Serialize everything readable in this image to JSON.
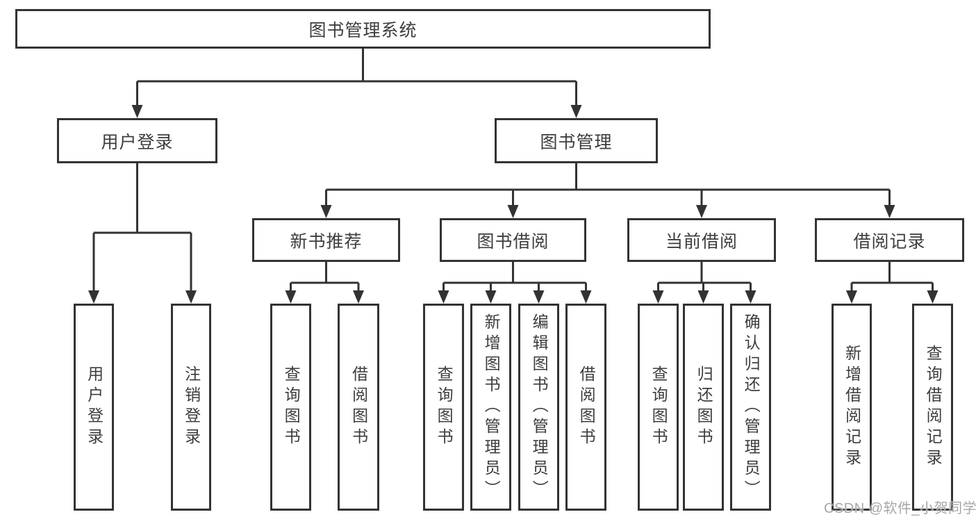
{
  "page": {
    "background": "#ffffff"
  },
  "diagram": {
    "colors": {
      "line": "#333333",
      "box_border": "#333333",
      "box_fill": "#ffffff",
      "text": "#3d3d3d",
      "watermark": "#a6a6ab"
    },
    "nodes": [
      {
        "id": "root",
        "parent": null,
        "orientation": "horizontal",
        "label": "图书管理系统"
      },
      {
        "id": "user-login",
        "parent": "root",
        "orientation": "horizontal",
        "label": "用户登录"
      },
      {
        "id": "book-mgmt",
        "parent": "root",
        "orientation": "horizontal",
        "label": "图书管理"
      },
      {
        "id": "new-book-rec",
        "parent": "book-mgmt",
        "orientation": "horizontal",
        "label": "新书推荐"
      },
      {
        "id": "book-borrow",
        "parent": "book-mgmt",
        "orientation": "horizontal",
        "label": "图书借阅"
      },
      {
        "id": "current-borrow",
        "parent": "book-mgmt",
        "orientation": "horizontal",
        "label": "当前借阅"
      },
      {
        "id": "borrow-records",
        "parent": "book-mgmt",
        "orientation": "horizontal",
        "label": "借阅记录"
      },
      {
        "id": "leaf-user-login",
        "parent": "user-login",
        "orientation": "vertical",
        "label": "用户登录"
      },
      {
        "id": "leaf-logout",
        "parent": "user-login",
        "orientation": "vertical",
        "label": "注销登录"
      },
      {
        "id": "leaf-query-book-1",
        "parent": "new-book-rec",
        "orientation": "vertical",
        "label": "查询图书"
      },
      {
        "id": "leaf-borrow-book-1",
        "parent": "new-book-rec",
        "orientation": "vertical",
        "label": "借阅图书"
      },
      {
        "id": "leaf-query-book-2",
        "parent": "book-borrow",
        "orientation": "vertical",
        "label": "查询图书"
      },
      {
        "id": "leaf-add-book",
        "parent": "book-borrow",
        "orientation": "vertical",
        "label": "新增图书（管理员）"
      },
      {
        "id": "leaf-edit-book",
        "parent": "book-borrow",
        "orientation": "vertical",
        "label": "编辑图书（管理员）"
      },
      {
        "id": "leaf-borrow-book-2",
        "parent": "book-borrow",
        "orientation": "vertical",
        "label": "借阅图书"
      },
      {
        "id": "leaf-query-book-3",
        "parent": "current-borrow",
        "orientation": "vertical",
        "label": "查询图书"
      },
      {
        "id": "leaf-return-book",
        "parent": "current-borrow",
        "orientation": "vertical",
        "label": "归还图书"
      },
      {
        "id": "leaf-confirm-return",
        "parent": "current-borrow",
        "orientation": "vertical",
        "label": "确认归还（管理员）"
      },
      {
        "id": "leaf-add-borrow-record",
        "parent": "borrow-records",
        "orientation": "vertical",
        "label": "新增借阅记录"
      },
      {
        "id": "leaf-query-borrow-record",
        "parent": "borrow-records",
        "orientation": "vertical",
        "label": "查询借阅记录"
      }
    ]
  },
  "watermark": {
    "text": "CSDN @软件_小贺同学"
  }
}
